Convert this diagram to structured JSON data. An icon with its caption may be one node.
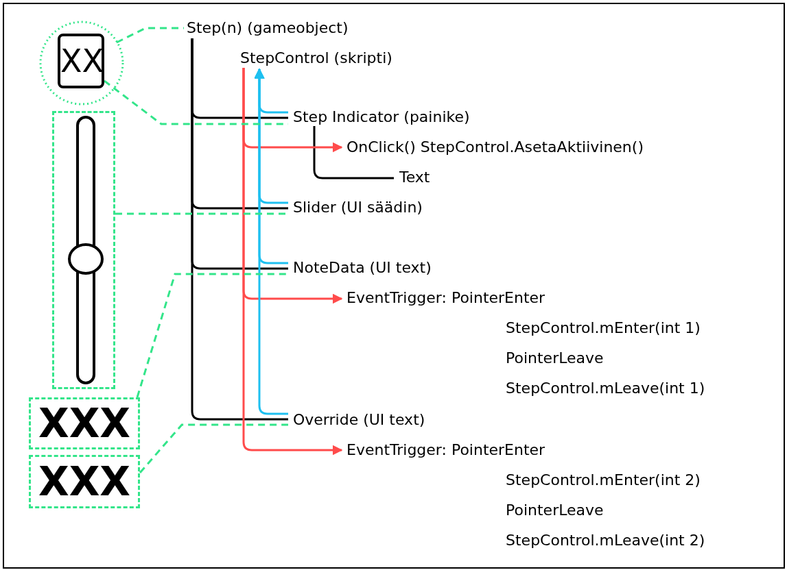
{
  "diagram": {
    "nodes": [
      {
        "text": [
          "Step(n) (gameobject)"
        ]
      },
      {
        "text": [
          "StepControl (skripti)"
        ]
      },
      {
        "text": [
          "Step Indicator (painike)"
        ]
      },
      {
        "text": [
          "OnClick() StepControl.AsetaAktiivinen()"
        ]
      },
      {
        "text": [
          "Text"
        ]
      },
      {
        "text": [
          "Slider (UI säädin)"
        ]
      },
      {
        "text": [
          "NoteData (UI text)"
        ]
      },
      {
        "text": [
          "EventTrigger: PointerEnter",
          "StepControl.mEnter(int 1)",
          "PointerLeave",
          "StepControl.mLeave(int 1)"
        ]
      },
      {
        "text": [
          "Override (UI text)"
        ]
      },
      {
        "text": [
          "EventTrigger: PointerEnter",
          "StepControl.mEnter(int 2)",
          "PointerLeave",
          "StepControl.mLeave(int 2)"
        ]
      },
      {
        "text": [],
        "shape": "circle"
      },
      {
        "text": [
          "XX"
        ],
        "in": 10
      },
      {
        "text": [],
        "shape": "box"
      },
      {
        "text": [
          "XXX"
        ]
      },
      {
        "text": [
          "XXX"
        ]
      }
    ],
    "edges": [
      {
        "from": 0,
        "to": 2,
        "arrow": "none"
      },
      {
        "from": 0,
        "to": 5,
        "arrow": "none"
      },
      {
        "from": 0,
        "to": 6,
        "arrow": "none"
      },
      {
        "from": 0,
        "to": 8,
        "arrow": "none"
      },
      {
        "from": 2,
        "to": 4,
        "arrow": "none"
      },
      {
        "from": 1,
        "to": 3,
        "arrow": "to",
        "color": "#ff4b4b"
      },
      {
        "from": 1,
        "to": 7,
        "arrow": "to",
        "color": "#ff4b4b"
      },
      {
        "from": 1,
        "to": 9,
        "arrow": "to",
        "color": "#ff4b4b"
      },
      {
        "from": 2,
        "to": 1,
        "arrow": "to",
        "color": "#1ec0f0"
      },
      {
        "from": 5,
        "to": 1,
        "arrow": "to",
        "color": "#1ec0f0"
      },
      {
        "from": 6,
        "to": 1,
        "arrow": "to",
        "color": "#1ec0f0"
      },
      {
        "from": 8,
        "to": 1,
        "arrow": "to",
        "color": "#1ec0f0"
      },
      {
        "from": 10,
        "to": 0,
        "arrow": "none",
        "style": "dashed",
        "color": "#33e58a"
      },
      {
        "from": 11,
        "to": 2,
        "arrow": "none",
        "style": "dashed",
        "color": "#33e58a"
      },
      {
        "from": 12,
        "to": 5,
        "arrow": "none",
        "style": "dashed",
        "color": "#33e58a"
      },
      {
        "from": 13,
        "to": 6,
        "arrow": "none",
        "style": "dashed",
        "color": "#33e58a"
      },
      {
        "from": 14,
        "to": 8,
        "arrow": "none",
        "style": "dashed",
        "color": "#33e58a"
      }
    ]
  }
}
